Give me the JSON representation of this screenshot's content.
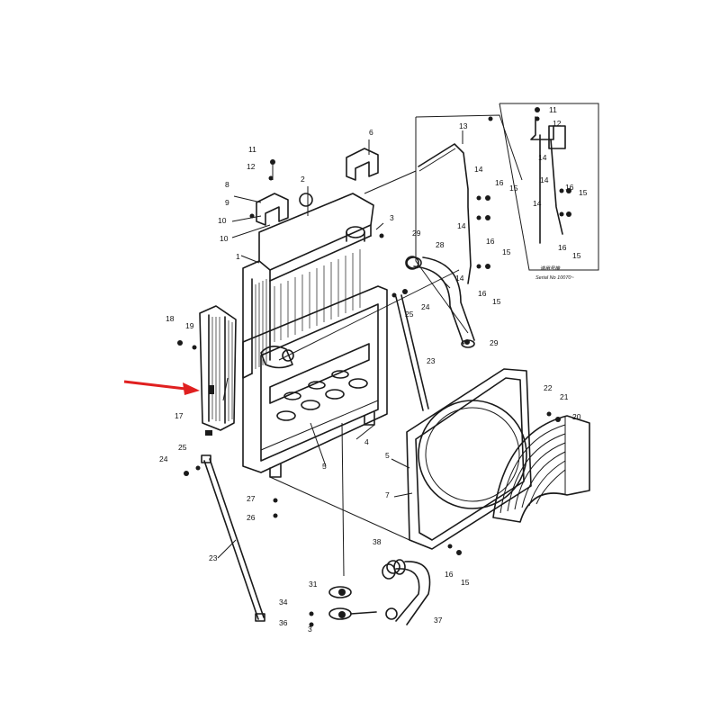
{
  "diagram": {
    "callouts": [
      {
        "id": "c-11a",
        "text": "11"
      },
      {
        "id": "c-12a",
        "text": "12"
      },
      {
        "id": "c-8",
        "text": "8"
      },
      {
        "id": "c-9",
        "text": "9"
      },
      {
        "id": "c-10a",
        "text": "10"
      },
      {
        "id": "c-10b",
        "text": "10"
      },
      {
        "id": "c-2",
        "text": "2"
      },
      {
        "id": "c-1",
        "text": "1"
      },
      {
        "id": "c-3",
        "text": "3"
      },
      {
        "id": "c-6",
        "text": "6"
      },
      {
        "id": "c-13",
        "text": "13"
      },
      {
        "id": "c-14a",
        "text": "14"
      },
      {
        "id": "c-16a",
        "text": "16"
      },
      {
        "id": "c-15a",
        "text": "15"
      },
      {
        "id": "c-14b",
        "text": "14"
      },
      {
        "id": "c-16b",
        "text": "16"
      },
      {
        "id": "c-15b",
        "text": "15"
      },
      {
        "id": "c-14c",
        "text": "14"
      },
      {
        "id": "c-16c",
        "text": "16"
      },
      {
        "id": "c-15c",
        "text": "15"
      },
      {
        "id": "c-11b",
        "text": "11"
      },
      {
        "id": "c-12b",
        "text": "12"
      },
      {
        "id": "c-14d",
        "text": "14"
      },
      {
        "id": "c-14e",
        "text": "14"
      },
      {
        "id": "c-16d",
        "text": "16"
      },
      {
        "id": "c-15d",
        "text": "15"
      },
      {
        "id": "c-14f",
        "text": "14"
      },
      {
        "id": "c-16e",
        "text": "16"
      },
      {
        "id": "c-15e",
        "text": "15"
      },
      {
        "id": "c-29a",
        "text": "29"
      },
      {
        "id": "c-28",
        "text": "28"
      },
      {
        "id": "c-25a",
        "text": "25"
      },
      {
        "id": "c-24a",
        "text": "24"
      },
      {
        "id": "c-29b",
        "text": "29"
      },
      {
        "id": "c-18",
        "text": "18"
      },
      {
        "id": "c-19",
        "text": "19"
      },
      {
        "id": "c-17",
        "text": "17"
      },
      {
        "id": "c-23a",
        "text": "23"
      },
      {
        "id": "c-22",
        "text": "22"
      },
      {
        "id": "c-21",
        "text": "21"
      },
      {
        "id": "c-20",
        "text": "20"
      },
      {
        "id": "c-4",
        "text": "4"
      },
      {
        "id": "c-5a",
        "text": "5"
      },
      {
        "id": "c-5b",
        "text": "5"
      },
      {
        "id": "c-7",
        "text": "7"
      },
      {
        "id": "c-24b",
        "text": "24"
      },
      {
        "id": "c-25b",
        "text": "25"
      },
      {
        "id": "c-27",
        "text": "27"
      },
      {
        "id": "c-26",
        "text": "26"
      },
      {
        "id": "c-23b",
        "text": "23"
      },
      {
        "id": "c-38",
        "text": "38"
      },
      {
        "id": "c-16f",
        "text": "16"
      },
      {
        "id": "c-15f",
        "text": "15"
      },
      {
        "id": "c-31",
        "text": "31"
      },
      {
        "id": "c-37",
        "text": "37"
      },
      {
        "id": "c-34",
        "text": "34"
      },
      {
        "id": "c-36",
        "text": "36"
      },
      {
        "id": "c-33",
        "text": "3"
      }
    ],
    "inset_note": {
      "japanese": "適用号機",
      "serial": "Serial No 10070~"
    },
    "colors": {
      "line": "#1a1a1a",
      "arrow": "#e02020",
      "background": "#ffffff"
    }
  }
}
